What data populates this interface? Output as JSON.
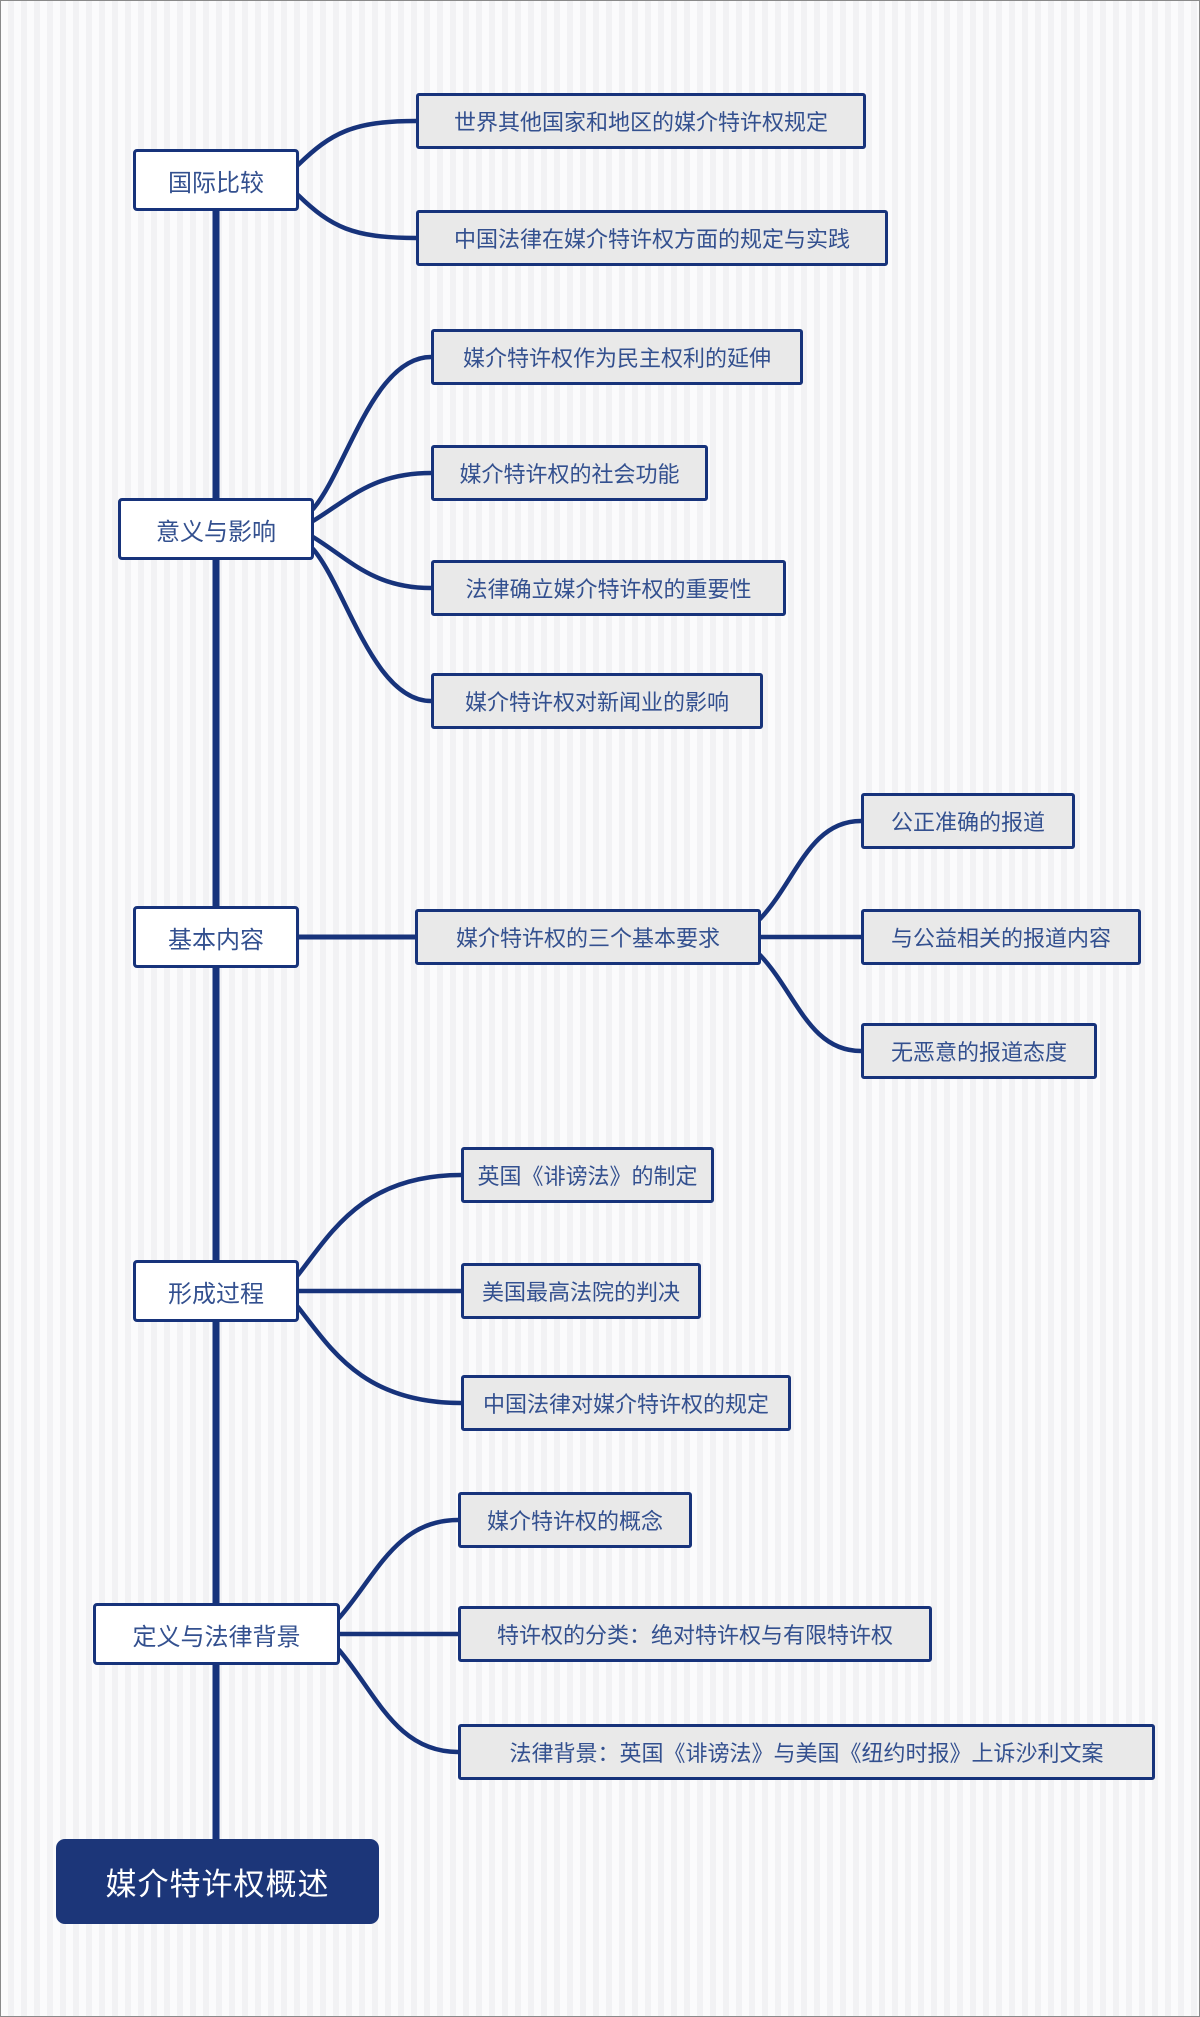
{
  "palette": {
    "line": "#17337b",
    "node_text": "#33508f",
    "leaf_bg": "#e9e9e9",
    "main_bg": "#ffffff",
    "root_bg": "#1c3679",
    "root_text": "#ffffff",
    "background": "#fbfbfc",
    "stripe": "#f2f2f4",
    "frame": "#8a8a8a"
  },
  "root": {
    "label": "媒介特许权概述"
  },
  "branches": [
    {
      "label": "国际比较",
      "children": [
        {
          "label": "世界其他国家和地区的媒介特许权规定"
        },
        {
          "label": "中国法律在媒介特许权方面的规定与实践"
        }
      ]
    },
    {
      "label": "意义与影响",
      "children": [
        {
          "label": "媒介特许权作为民主权利的延伸"
        },
        {
          "label": "媒介特许权的社会功能"
        },
        {
          "label": "法律确立媒介特许权的重要性"
        },
        {
          "label": "媒介特许权对新闻业的影响"
        }
      ]
    },
    {
      "label": "基本内容",
      "children": [
        {
          "label": "媒介特许权的三个基本要求",
          "children": [
            {
              "label": "公正准确的报道"
            },
            {
              "label": "与公益相关的报道内容"
            },
            {
              "label": "无恶意的报道态度"
            }
          ]
        }
      ]
    },
    {
      "label": "形成过程",
      "children": [
        {
          "label": "英国《诽谤法》的制定"
        },
        {
          "label": "美国最高法院的判决"
        },
        {
          "label": "中国法律对媒介特许权的规定"
        }
      ]
    },
    {
      "label": "定义与法律背景",
      "children": [
        {
          "label": "媒介特许权的概念"
        },
        {
          "label": "特许权的分类：绝对特许权与有限特许权"
        },
        {
          "label": "法律背景：英国《诽谤法》与美国《纽约时报》上诉沙利文案"
        }
      ]
    }
  ]
}
